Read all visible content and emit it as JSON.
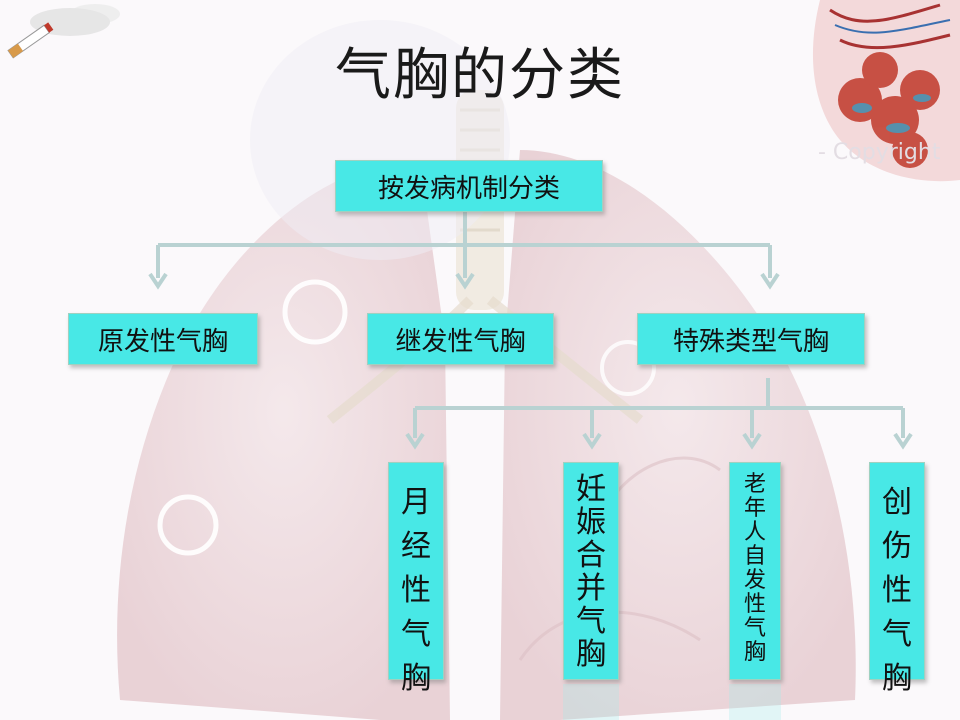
{
  "title": "气胸的分类",
  "root": {
    "label": "按发病机制分类"
  },
  "level1": [
    {
      "label": "原发性气胸"
    },
    {
      "label": "继发性气胸"
    },
    {
      "label": "特殊类型气胸"
    }
  ],
  "special_types": [
    {
      "label": "月经性气胸",
      "chars": [
        "月",
        "经",
        "性",
        "气",
        "胸"
      ]
    },
    {
      "label": "妊娠合并气胸",
      "chars": [
        "妊",
        "娠",
        "合",
        "并",
        "气",
        "胸"
      ]
    },
    {
      "label": "老年人自发性气胸",
      "chars": [
        "老",
        "年",
        "人",
        "自",
        "发",
        "性",
        "气",
        "胸"
      ]
    },
    {
      "label": "创伤性气胸",
      "chars": [
        "创",
        "伤",
        "性",
        "气",
        "胸"
      ]
    }
  ],
  "watermark": "- Copyright",
  "colors": {
    "box_fill": "#48e8e6",
    "connector": "#b9d2d2",
    "lung_tint": "#e7cfd2"
  },
  "icons": {
    "corner_left": "cigarette-icon",
    "corner_right": "alveoli-illustration"
  }
}
